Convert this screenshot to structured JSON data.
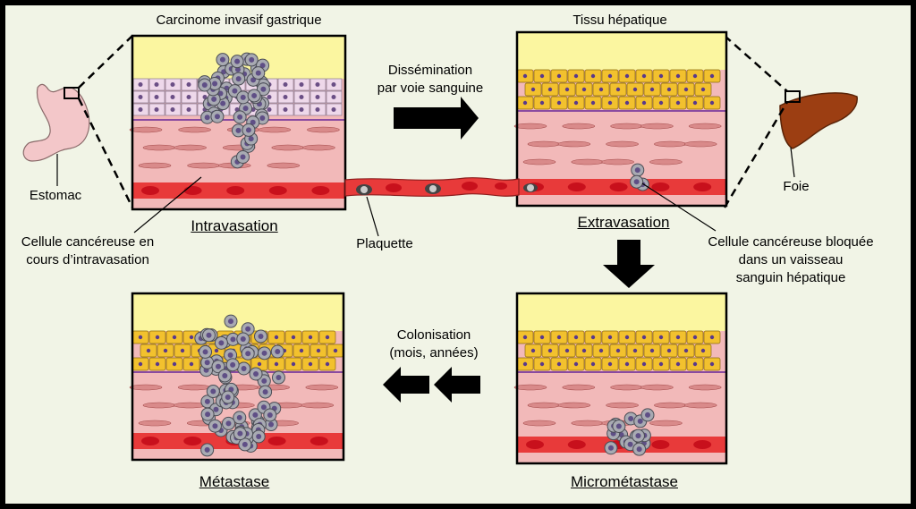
{
  "labels": {
    "carcinoma": "Carcinome invasif  gastrique",
    "liver_tissue": "Tissu hépatique",
    "dissemination_1": "Dissémination",
    "dissemination_2": "par voie sanguine",
    "stomach": "Estomac",
    "liver": "Foie",
    "intravasation": "Intravasation",
    "extravasation": "Extravasation",
    "platelet": "Plaquette",
    "intravasating_cell_1": "Cellule cancéreuse en",
    "intravasating_cell_2": "cours d’intravasation",
    "blocked_cell_1": "Cellule cancéreuse bloquée",
    "blocked_cell_2": "dans un vaisseau",
    "blocked_cell_3": "sanguin hépatique",
    "colonisation_1": "Colonisation",
    "colonisation_2": "(mois, années)",
    "metastasis": "Métastase",
    "micrometastasis": "Micrométastase"
  },
  "colors": {
    "background": "#f1f4e6",
    "epithelium_top": "#fbf6a0",
    "tissue": "#f2b9b9",
    "hepatocyte": "#f2c12e",
    "gastric_cell": "#eed8ea",
    "vessel": "#e83a3a",
    "red_cell": "#c8101c",
    "cancer_cell": "#a8aab2",
    "stomach": "#f3c7c9",
    "liver": "#9c3e12"
  },
  "icons": {
    "dissemination_arrow": "arrow-right-icon",
    "extravasation_arrow": "arrow-down-icon",
    "colonisation_arrows": "double-arrow-left-icon",
    "stomach": "stomach-icon",
    "liver": "liver-icon"
  }
}
